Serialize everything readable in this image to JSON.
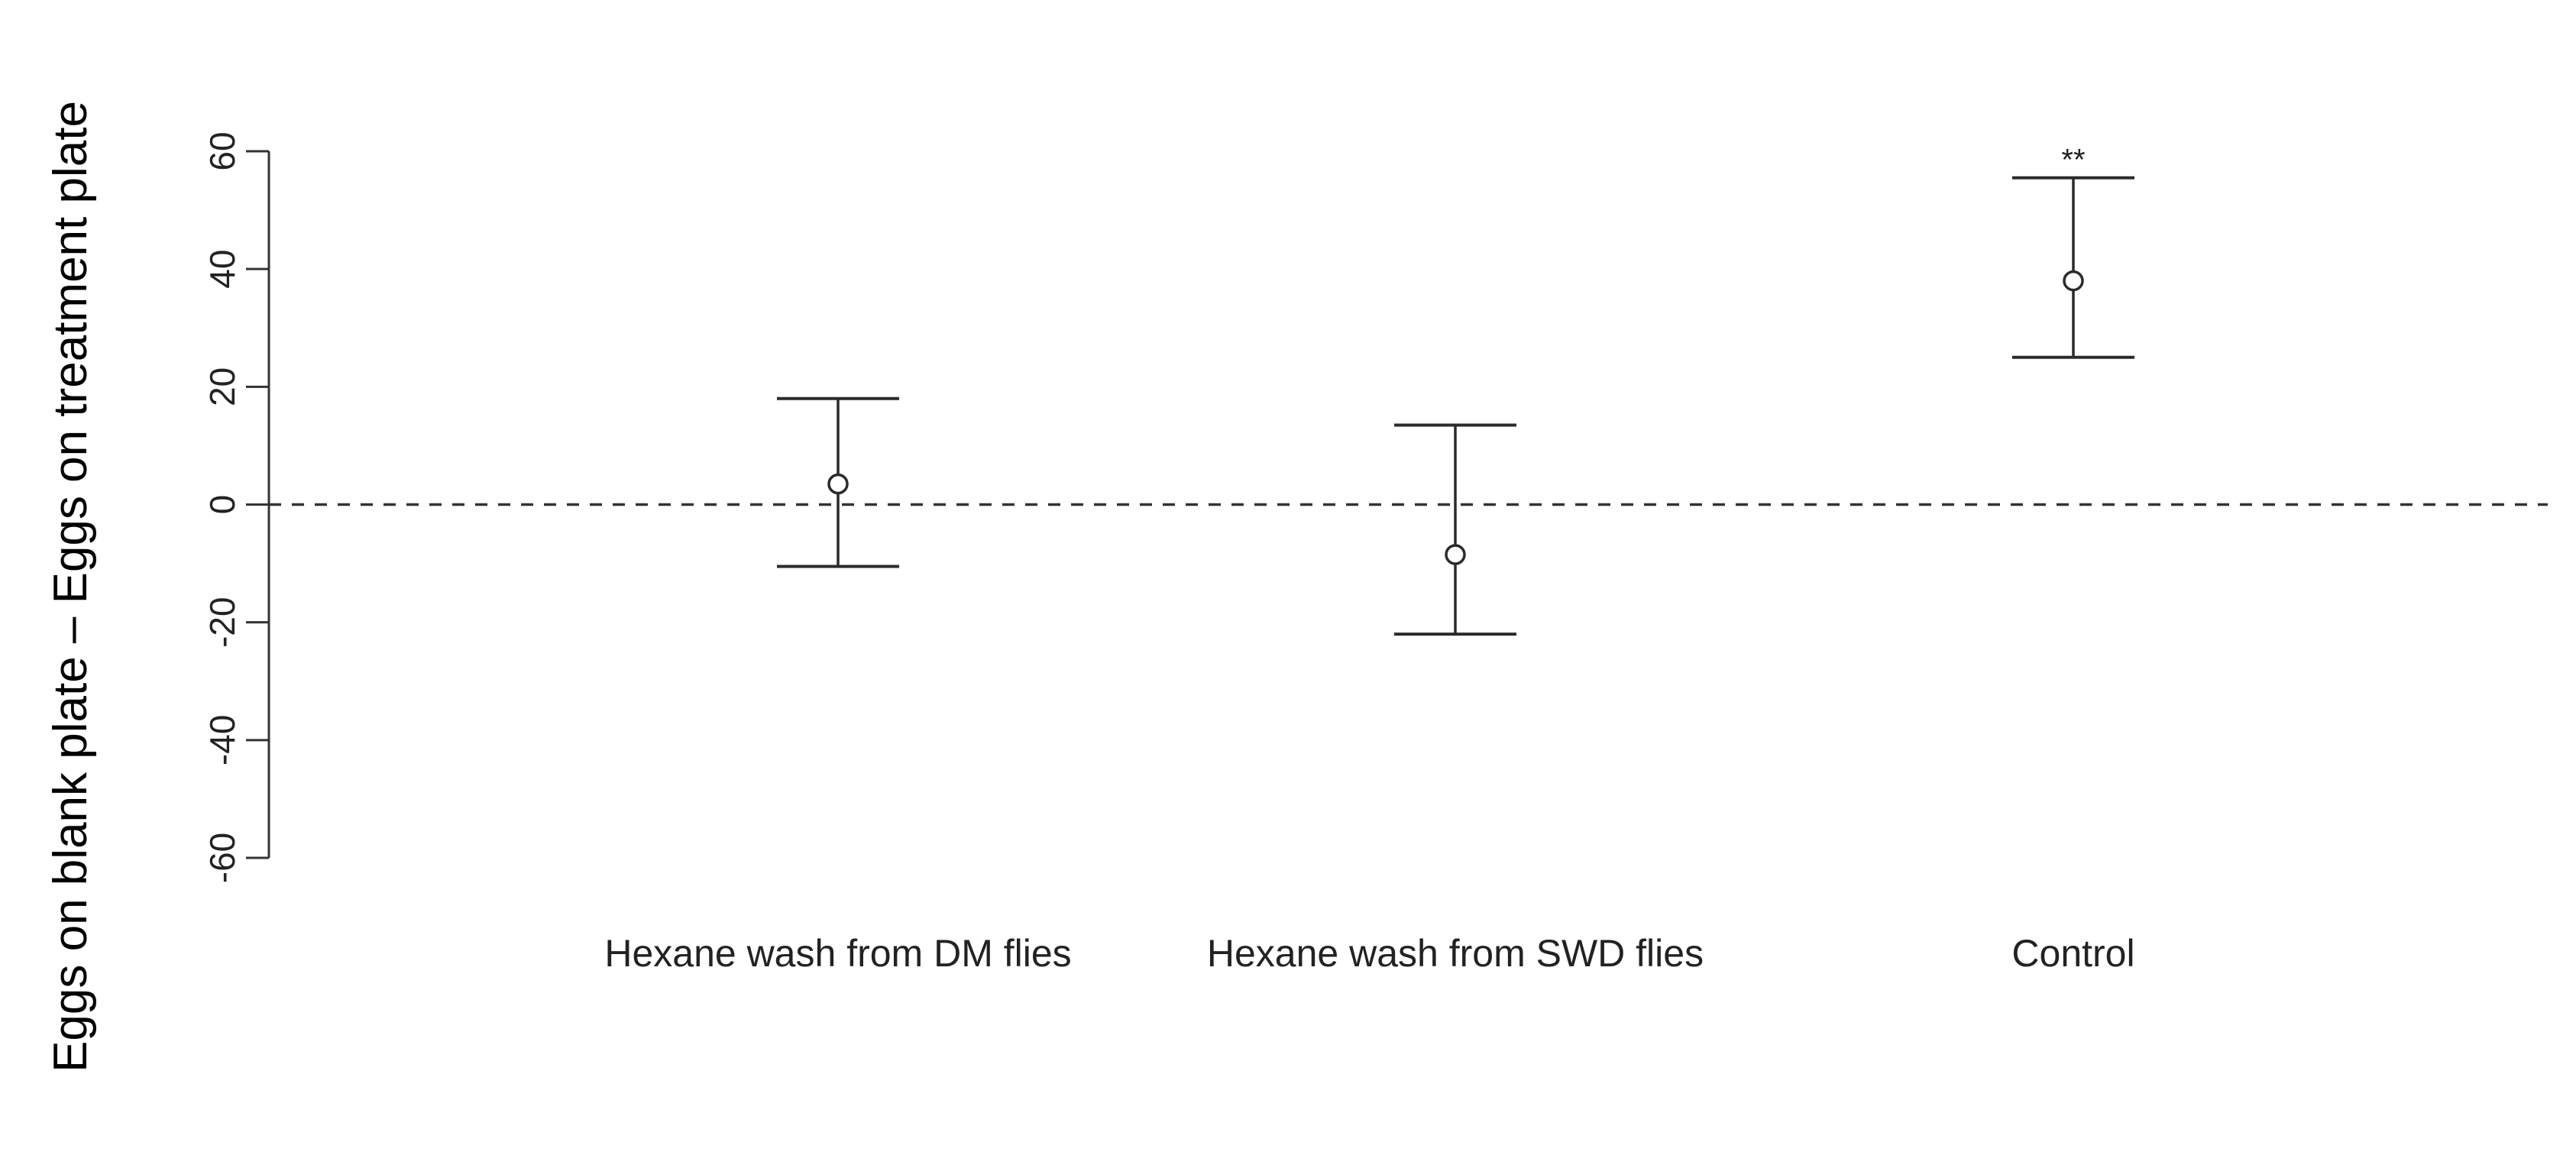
{
  "chart_data": {
    "type": "scatter",
    "title": "",
    "xlabel": "",
    "ylabel": "Eggs on blank plate  –  Eggs on treatment plate",
    "ylim": [
      -60,
      60
    ],
    "yticks": [
      -60,
      -40,
      -20,
      0,
      20,
      40,
      60
    ],
    "reference_line": {
      "y": 0,
      "style": "dashed"
    },
    "grid": false,
    "legend": "none",
    "categories": [
      "Hexane wash from DM flies",
      "Hexane wash from SWD flies",
      "Control"
    ],
    "points": [
      {
        "category": "Hexane wash from DM flies",
        "mean": 3.5,
        "lower": -10.5,
        "upper": 18,
        "annotation": ""
      },
      {
        "category": "Hexane wash from SWD flies",
        "mean": -8.5,
        "lower": -22,
        "upper": 13.5,
        "annotation": ""
      },
      {
        "category": "Control",
        "mean": 38,
        "lower": 25,
        "upper": 55.5,
        "annotation": "**"
      }
    ]
  }
}
